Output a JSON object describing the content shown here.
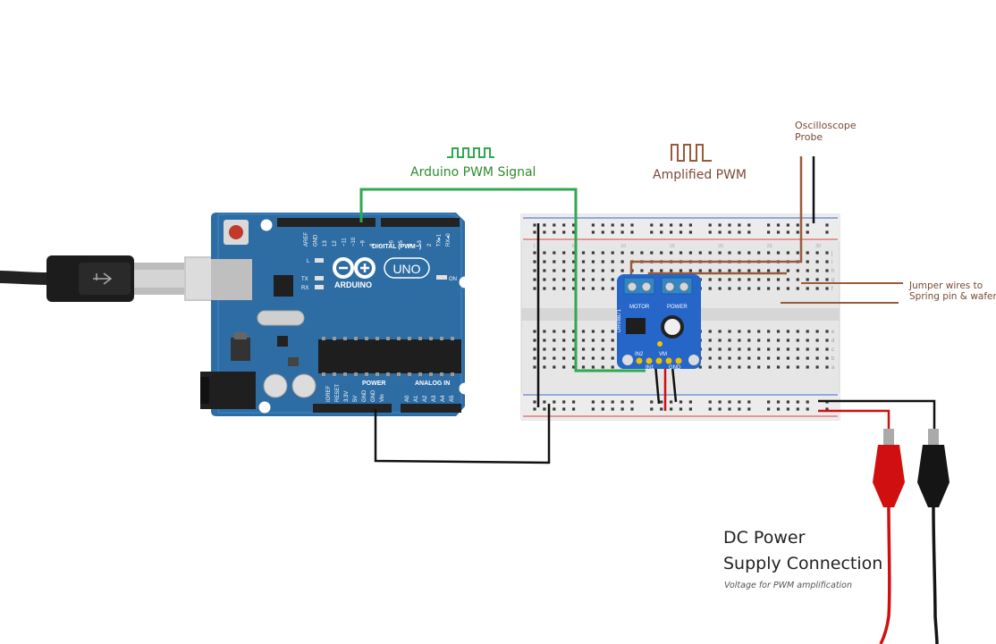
{
  "labels": {
    "pwm_signal": "Arduino PWM Signal",
    "amplified_pwm": "Amplified PWM",
    "probe_line1": "Oscilloscope",
    "probe_line2": "Probe",
    "jumper_line1": "Jumper wires to",
    "jumper_line2": "Spring pin & wafer",
    "dc_line1": "DC Power",
    "dc_line2": "Supply Connection",
    "dc_caption": "Voltage for PWM amplification"
  },
  "arduino": {
    "logo_text": "ARDUINO",
    "uno_text": "UNO",
    "digital_header": "DIGITAL (PWM~)",
    "power_header": "POWER",
    "analog_header": "ANALOG IN",
    "on_text": "ON",
    "l_text": "L",
    "tx_text": "TX",
    "rx_text": "RX",
    "digital_pins": [
      "AREF",
      "GND",
      "13",
      "12",
      "~11",
      "~10",
      "~9",
      "8",
      "7",
      "~6",
      "~5",
      "4",
      "~3",
      "2",
      "TX▸1",
      "RX◂0"
    ],
    "power_pins": [
      "IOREF",
      "RESET",
      "3.3V",
      "5V",
      "GND",
      "GND",
      "Vin"
    ],
    "analog_pins": [
      "A0",
      "A1",
      "A2",
      "A3",
      "A4",
      "A5"
    ]
  },
  "driver": {
    "part_text": "DRV8871",
    "motor_text": "MOTOR",
    "power_text": "POWER",
    "in2_text": "IN2",
    "in1_text": "IN1",
    "vm_text": "VM",
    "gnd_text": "GND"
  },
  "breadboard": {
    "row_letters": [
      "a",
      "b",
      "c",
      "d",
      "e",
      "f",
      "g",
      "h",
      "i",
      "j"
    ],
    "column_numbers": [
      "1",
      "5",
      "10",
      "15",
      "20",
      "25",
      "30"
    ]
  },
  "colors": {
    "pwm_wire": "#2fa84f",
    "amp_wire": "#9a5a3a",
    "black_wire": "#111111",
    "red_wire": "#d01010",
    "arduino_board": "#2e6da4",
    "driver_board": "#2566c8",
    "breadboard": "#e6e6e6",
    "rail_red": "#d94040",
    "rail_blue": "#4060c8"
  }
}
